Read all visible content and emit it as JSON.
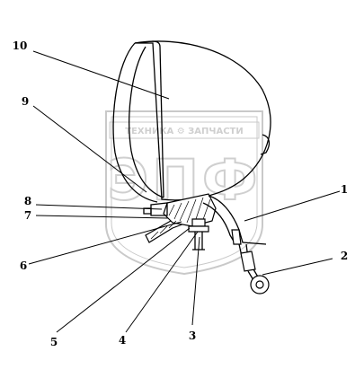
{
  "labels": [
    {
      "id": "1",
      "text": "1"
    },
    {
      "id": "2",
      "text": "2"
    },
    {
      "id": "3",
      "text": "3"
    },
    {
      "id": "4",
      "text": "4"
    },
    {
      "id": "5",
      "text": "5"
    },
    {
      "id": "6",
      "text": "6"
    },
    {
      "id": "7",
      "text": "7"
    },
    {
      "id": "8",
      "text": "8"
    },
    {
      "id": "9",
      "text": "9"
    },
    {
      "id": "10",
      "text": "10"
    }
  ],
  "watermark": {
    "top_line": "ТЕХНИКА ⚙ ЗАПЧАСТИ",
    "logo": "ЭПФ"
  },
  "colors": {
    "line": "#000000",
    "watermark": "#c9c9c9"
  }
}
